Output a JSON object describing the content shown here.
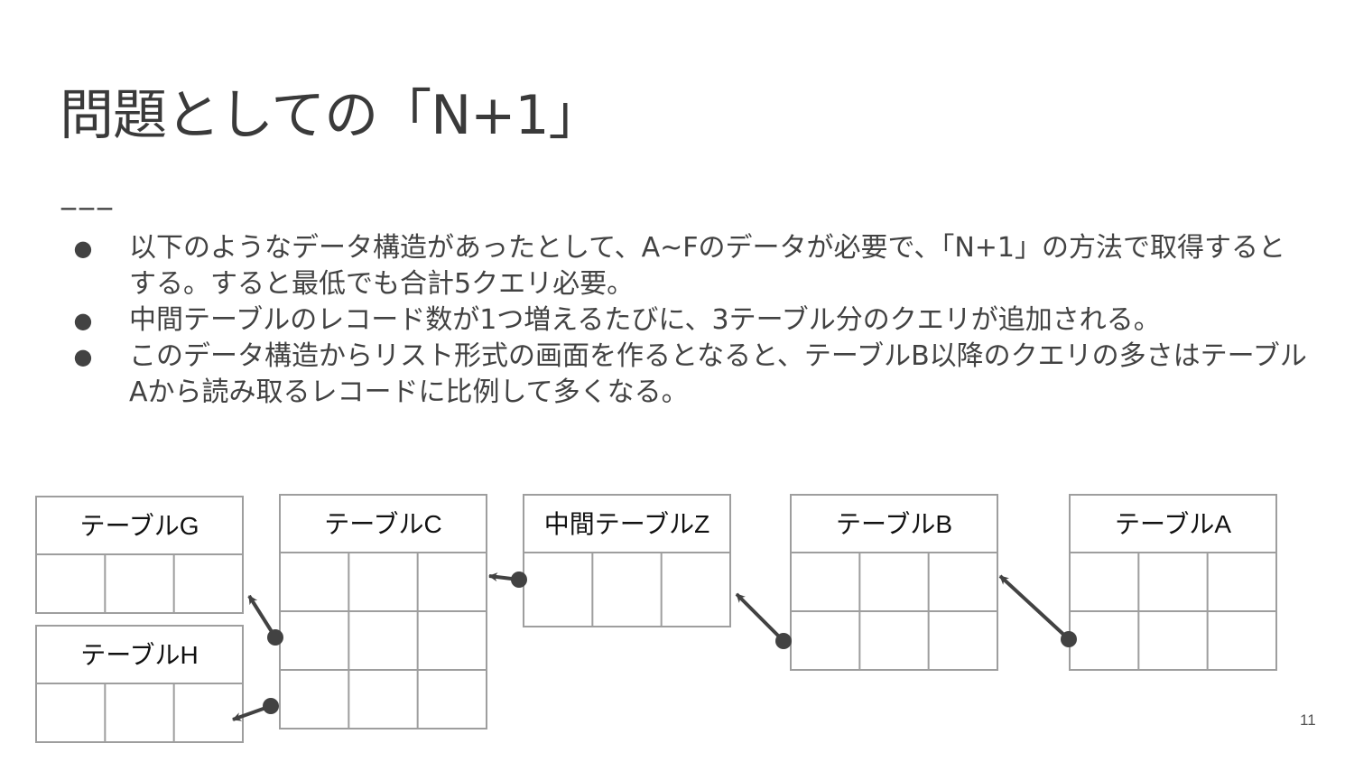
{
  "slide": {
    "title": "問題としての「N+1」",
    "title_rule": "___",
    "page_number": "11"
  },
  "bullets": [
    {
      "text": "以下のようなデータ構造があったとして、A~Fのデータが必要で、「N+1」の方法で取得するとする。すると最低でも合計5クエリ必要。"
    },
    {
      "text": "中間テーブルのレコード数が1つ増えるたびに、3テーブル分のクエリが追加される。"
    },
    {
      "text": "このデータ構造からリスト形式の画面を作るとなると、テーブルB以降のクエリの多さはテーブルAから読み取るレコードに比例して多くなる。"
    }
  ],
  "diagram": {
    "tables": [
      {
        "id": "G",
        "label": "テーブルG",
        "columns": 3,
        "rows": 1
      },
      {
        "id": "H",
        "label": "テーブルH",
        "columns": 3,
        "rows": 1
      },
      {
        "id": "C",
        "label": "テーブルC",
        "columns": 3,
        "rows": 3
      },
      {
        "id": "Z",
        "label": "中間テーブルZ",
        "columns": 3,
        "rows": 1
      },
      {
        "id": "B",
        "label": "テーブルB",
        "columns": 3,
        "rows": 2
      },
      {
        "id": "A",
        "label": "テーブルA",
        "columns": 3,
        "rows": 2
      }
    ],
    "connections": [
      {
        "from": "A",
        "to": "B"
      },
      {
        "from": "B",
        "to": "Z"
      },
      {
        "from": "Z",
        "to": "C"
      },
      {
        "from": "C",
        "to": "G"
      },
      {
        "from": "C",
        "to": "H"
      }
    ],
    "colors": {
      "grid": "#9e9e9e",
      "arrow": "#424242"
    }
  }
}
